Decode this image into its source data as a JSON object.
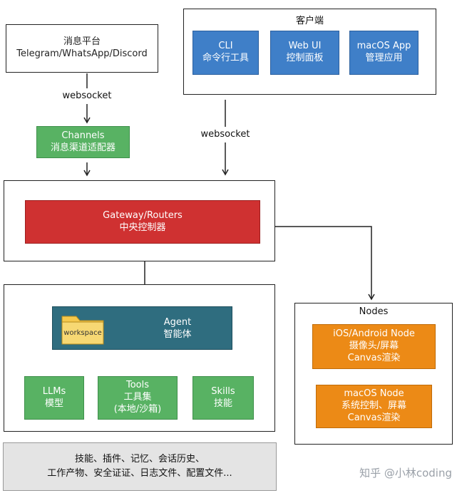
{
  "messaging": {
    "title": "消息平台",
    "subtitle": "Telegram/WhatsApp/Discord"
  },
  "clients": {
    "title": "客户端",
    "items": [
      {
        "line1": "CLI",
        "line2": "命令行工具"
      },
      {
        "line1": "Web UI",
        "line2": "控制面板"
      },
      {
        "line1": "macOS App",
        "line2": "管理应用"
      }
    ]
  },
  "connectors": {
    "left": "websocket",
    "right": "websocket"
  },
  "channels": {
    "line1": "Channels",
    "line2": "消息渠道适配器"
  },
  "gateway": {
    "line1": "Gateway/Routers",
    "line2": "中央控制器"
  },
  "agent": {
    "line1": "Agent",
    "line2": "智能体",
    "folder_label": "workspace"
  },
  "modules": {
    "llms": {
      "line1": "LLMs",
      "line2": "模型"
    },
    "tools": {
      "line1": "Tools",
      "line2": "工具集",
      "line3": "(本地/沙箱)"
    },
    "skills": {
      "line1": "Skills",
      "line2": "技能"
    }
  },
  "nodes": {
    "title": "Nodes",
    "items": [
      {
        "line1": "iOS/Android Node",
        "line2": "摄像头/屏幕",
        "line3": "Canvas渲染"
      },
      {
        "line1": "macOS Node",
        "line2": "系统控制、屏幕",
        "line3": "Canvas渲染"
      }
    ]
  },
  "storage": {
    "line1": "技能、插件、记忆、会话历史、",
    "line2": "工作产物、安全证证、日志文件、配置文件..."
  },
  "watermark": "知乎 @小林coding",
  "colors": {
    "client_blue": "#3f7fc8",
    "channel_green": "#58b263",
    "gateway_red": "#cf3131",
    "agent_teal": "#2f6d7f",
    "node_orange": "#ec8a16",
    "folder_yellow": "#f5c84c",
    "storage_grey": "#e4e4e4"
  },
  "icons": {
    "folder": "folder-icon"
  }
}
